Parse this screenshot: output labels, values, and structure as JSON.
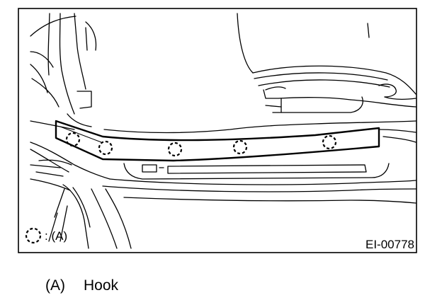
{
  "figure": {
    "legend_marker": "hook-marker-dashed-circle",
    "legend_text": ": (A)",
    "figure_id": "EI-00778",
    "hook_count": 5
  },
  "caption": {
    "ident": "(A)",
    "label": "Hook"
  }
}
